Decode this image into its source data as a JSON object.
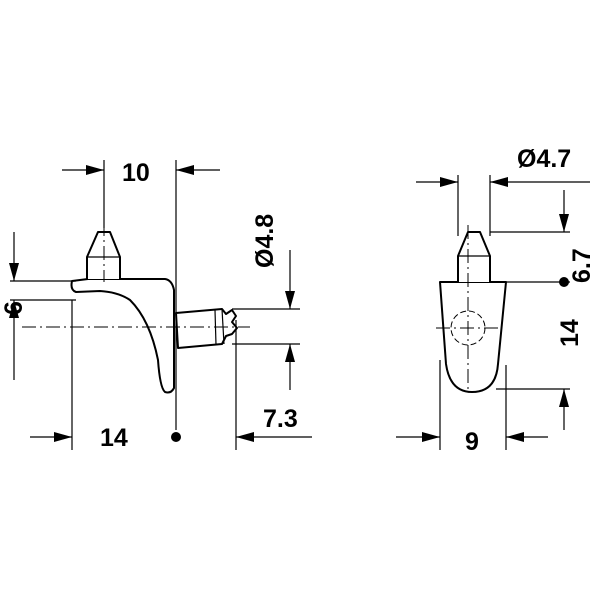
{
  "side_view": {
    "dim_top_width": "10",
    "dim_pin_diameter": "Ø4.8",
    "dim_left_height": "6",
    "dim_bottom_width": "14",
    "dim_pin_length": "7.3"
  },
  "front_view": {
    "dim_top_diameter": "Ø4.7",
    "dim_right_upper": "6.7",
    "dim_right_lower": "14",
    "dim_bottom_width": "9"
  }
}
